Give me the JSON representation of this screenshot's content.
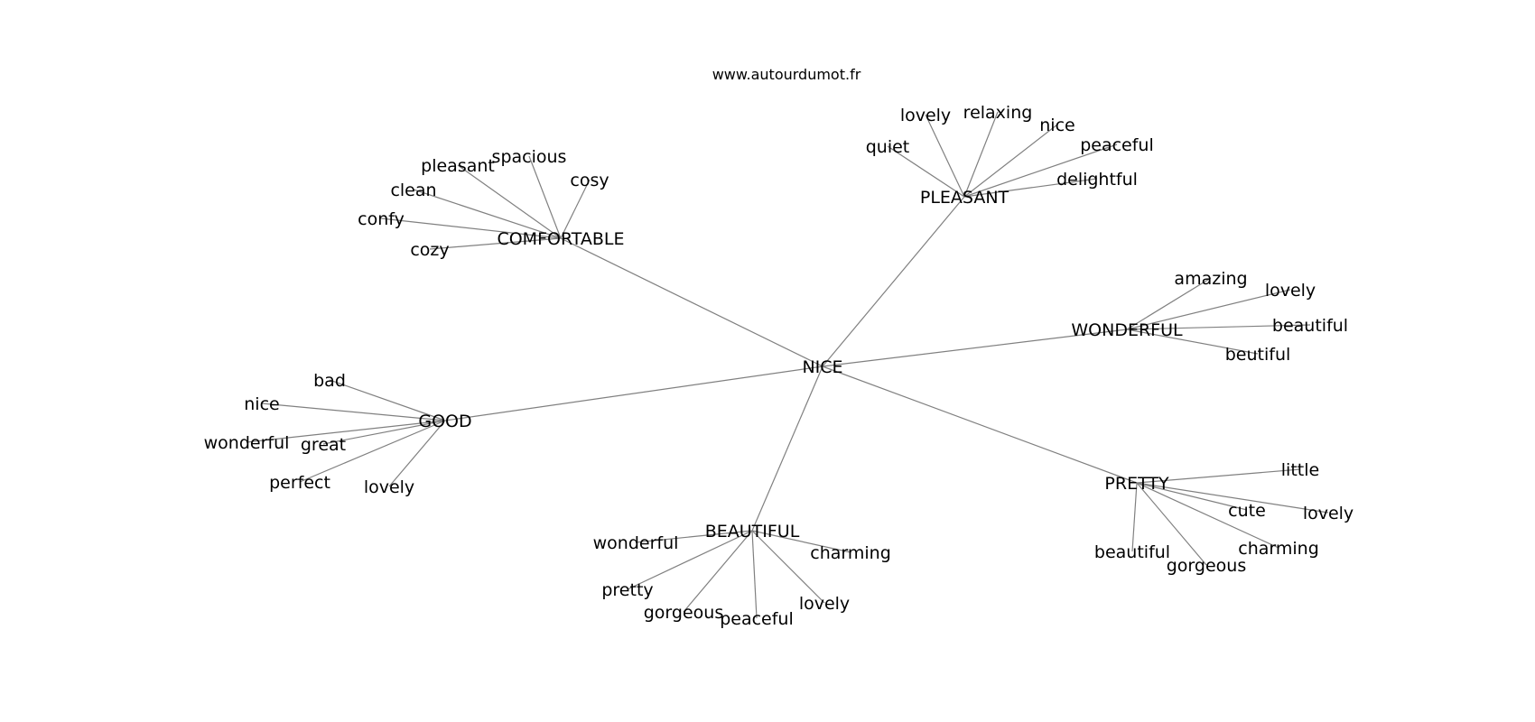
{
  "watermark": "www.autourdumot.fr",
  "graph": {
    "center": "NICE",
    "edge_color": "#808080",
    "hubs": [
      {
        "id": "comfortable",
        "label": "COMFORTABLE",
        "leaves": [
          "pleasant",
          "spacious",
          "cosy",
          "clean",
          "confy",
          "cozy"
        ]
      },
      {
        "id": "pleasant",
        "label": "PLEASANT",
        "leaves": [
          "lovely",
          "relaxing",
          "nice",
          "quiet",
          "peaceful",
          "delightful"
        ]
      },
      {
        "id": "wonderful",
        "label": "WONDERFUL",
        "leaves": [
          "amazing",
          "lovely",
          "beautiful",
          "beutiful"
        ]
      },
      {
        "id": "good",
        "label": "GOOD",
        "leaves": [
          "bad",
          "nice",
          "wonderful",
          "great",
          "perfect",
          "lovely"
        ]
      },
      {
        "id": "beautiful",
        "label": "BEAUTIFUL",
        "leaves": [
          "wonderful",
          "charming",
          "pretty",
          "gorgeous",
          "peaceful",
          "lovely"
        ]
      },
      {
        "id": "pretty",
        "label": "PRETTY",
        "leaves": [
          "little",
          "cute",
          "lovely",
          "charming",
          "beautiful",
          "gorgeous"
        ]
      }
    ]
  }
}
